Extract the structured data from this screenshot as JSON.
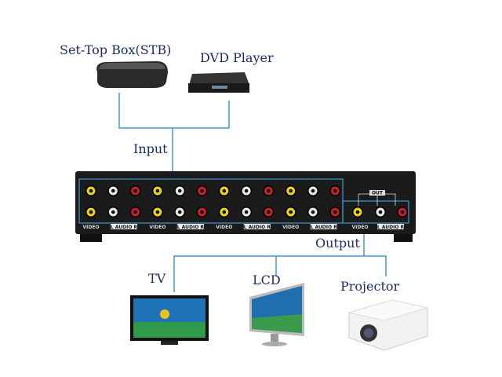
{
  "sources": {
    "stb": "Set-Top Box(STB)",
    "dvd": "DVD Player"
  },
  "input_label": "Input",
  "output_label": "Output",
  "outputs": {
    "tv": "TV",
    "lcd": "LCD",
    "projector": "Projector"
  },
  "panel": {
    "video": "VIDEO",
    "audio": "L AUDIO R",
    "out": "OUT"
  },
  "colors": {
    "line": "#3f9ad3",
    "device": "#1b1b1b",
    "yellow": "#e8d21e",
    "red": "#c0222a",
    "white": "#e8e8e8"
  }
}
